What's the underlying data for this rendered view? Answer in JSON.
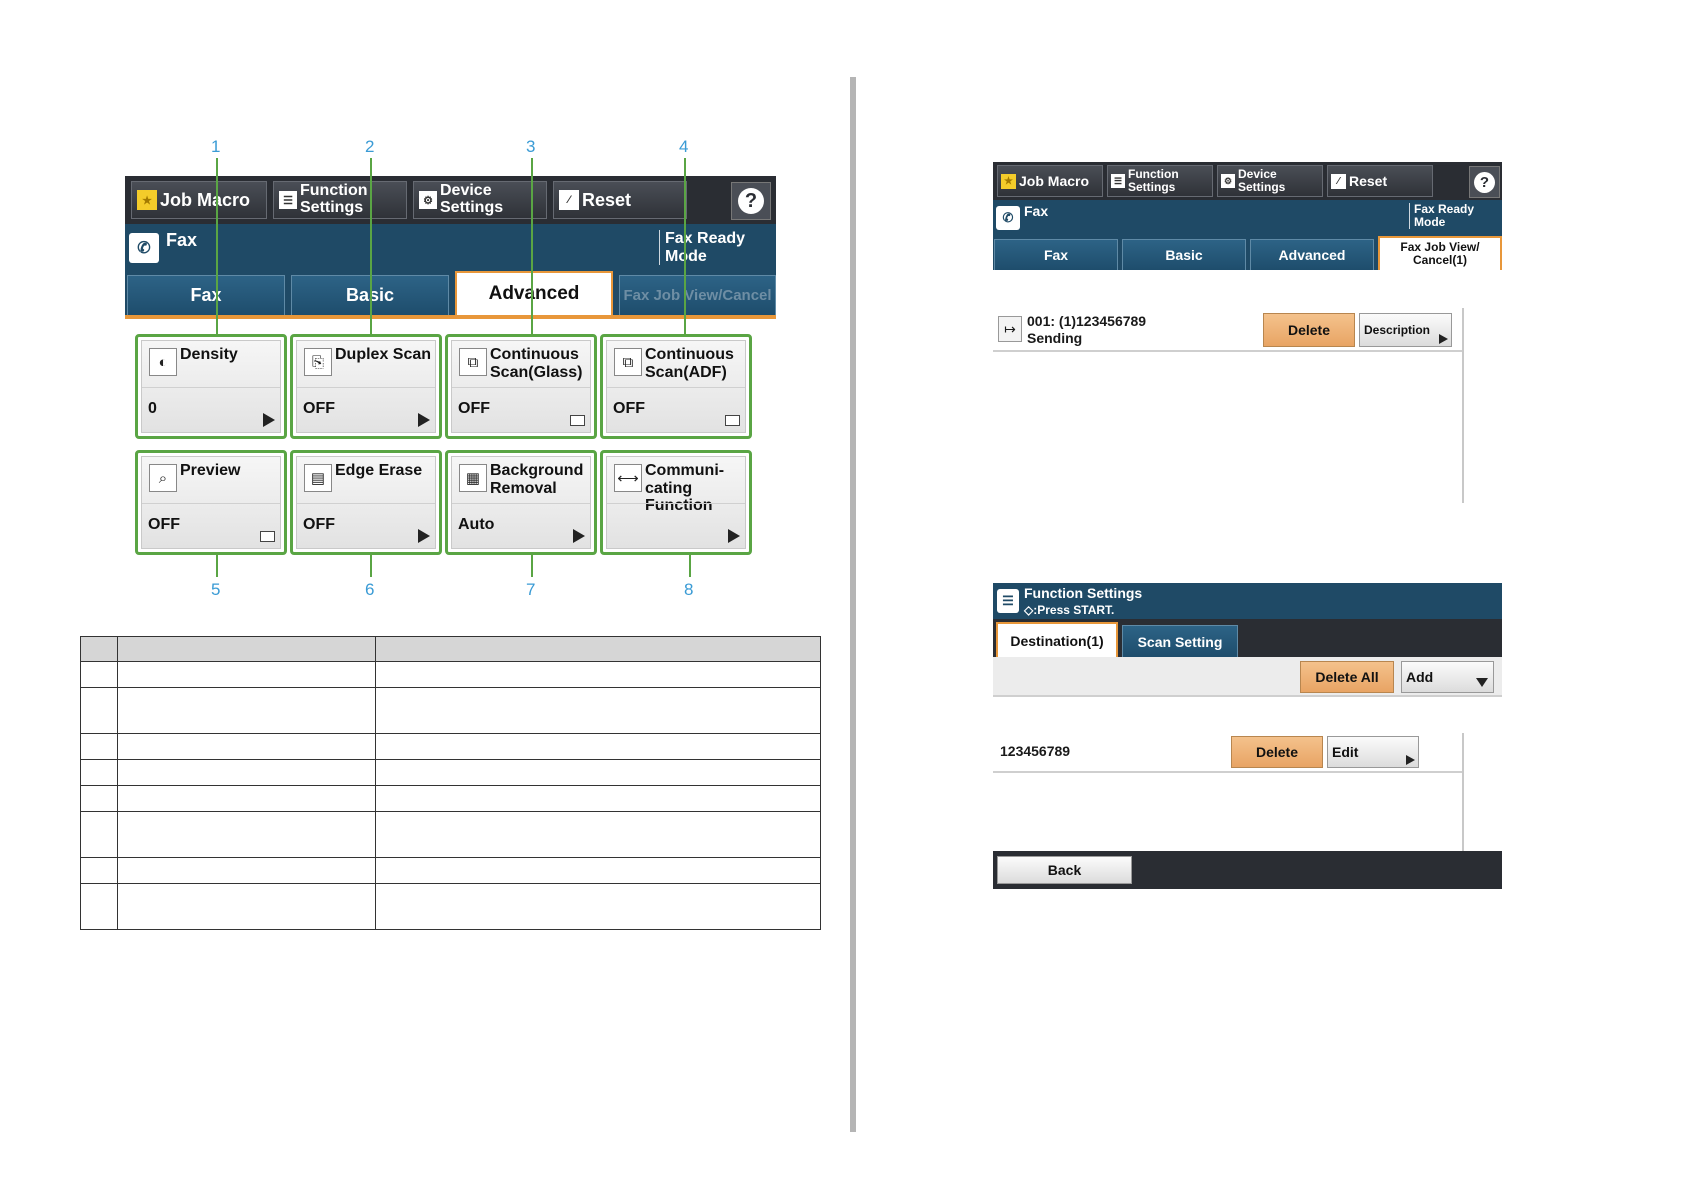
{
  "left_panel": {
    "topbar": {
      "job_macro": "Job Macro",
      "function_settings": "Function\nSettings",
      "device_settings": "Device\nSettings",
      "reset": "Reset",
      "help": "?"
    },
    "title": "Fax",
    "ready_mode": "Fax Ready\nMode",
    "tabs": [
      "Fax",
      "Basic",
      "Advanced",
      "Fax Job View/Cancel"
    ],
    "tiles": [
      {
        "label": "Density",
        "value": "0",
        "icon": "half-circle-icon",
        "indicator": "arrow"
      },
      {
        "label": "Duplex Scan",
        "value": "OFF",
        "icon": "duplex-icon",
        "indicator": "arrow"
      },
      {
        "label": "Continuous\nScan(Glass)",
        "value": "OFF",
        "icon": "continuous-scan-icon",
        "indicator": "box"
      },
      {
        "label": "Continuous\nScan(ADF)",
        "value": "OFF",
        "icon": "continuous-scan-icon",
        "indicator": "box"
      },
      {
        "label": "Preview",
        "value": "OFF",
        "icon": "preview-icon",
        "indicator": "box"
      },
      {
        "label": "Edge Erase",
        "value": "OFF",
        "icon": "edge-erase-icon",
        "indicator": "arrow"
      },
      {
        "label": "Background\nRemoval",
        "value": "Auto",
        "icon": "background-removal-icon",
        "indicator": "arrow"
      },
      {
        "label": "Communi-\ncating\nFunction",
        "value": "",
        "icon": "communicating-icon",
        "indicator": "arrow"
      }
    ],
    "callouts_top": [
      "1",
      "2",
      "3",
      "4"
    ],
    "callouts_bottom": [
      "5",
      "6",
      "7",
      "8"
    ]
  },
  "table": {
    "rows": 9
  },
  "right_top": {
    "topbar": {
      "job_macro": "Job Macro",
      "function_settings": "Function\nSettings",
      "device_settings": "Device\nSettings",
      "reset": "Reset",
      "help": "?"
    },
    "title": "Fax",
    "ready_mode": "Fax Ready\nMode",
    "tabs": [
      "Fax",
      "Basic",
      "Advanced",
      "Fax Job View/\nCancel(1)"
    ],
    "job": {
      "number": "001: (1)123456789",
      "status": "Sending",
      "delete": "Delete",
      "description": "Description"
    }
  },
  "right_bottom": {
    "title": "Function Settings",
    "subtitle": "◇:Press START.",
    "tabs": [
      "Destination(1)",
      "Scan Setting"
    ],
    "delete_all": "Delete All",
    "add": "Add",
    "destination": "123456789",
    "delete": "Delete",
    "edit": "Edit",
    "back": "Back"
  },
  "colors": {
    "tile_border": "#5aa544",
    "callout": "#3a9bd5",
    "title_bar": "#1f4a66",
    "orange_button": "#e8a464"
  }
}
